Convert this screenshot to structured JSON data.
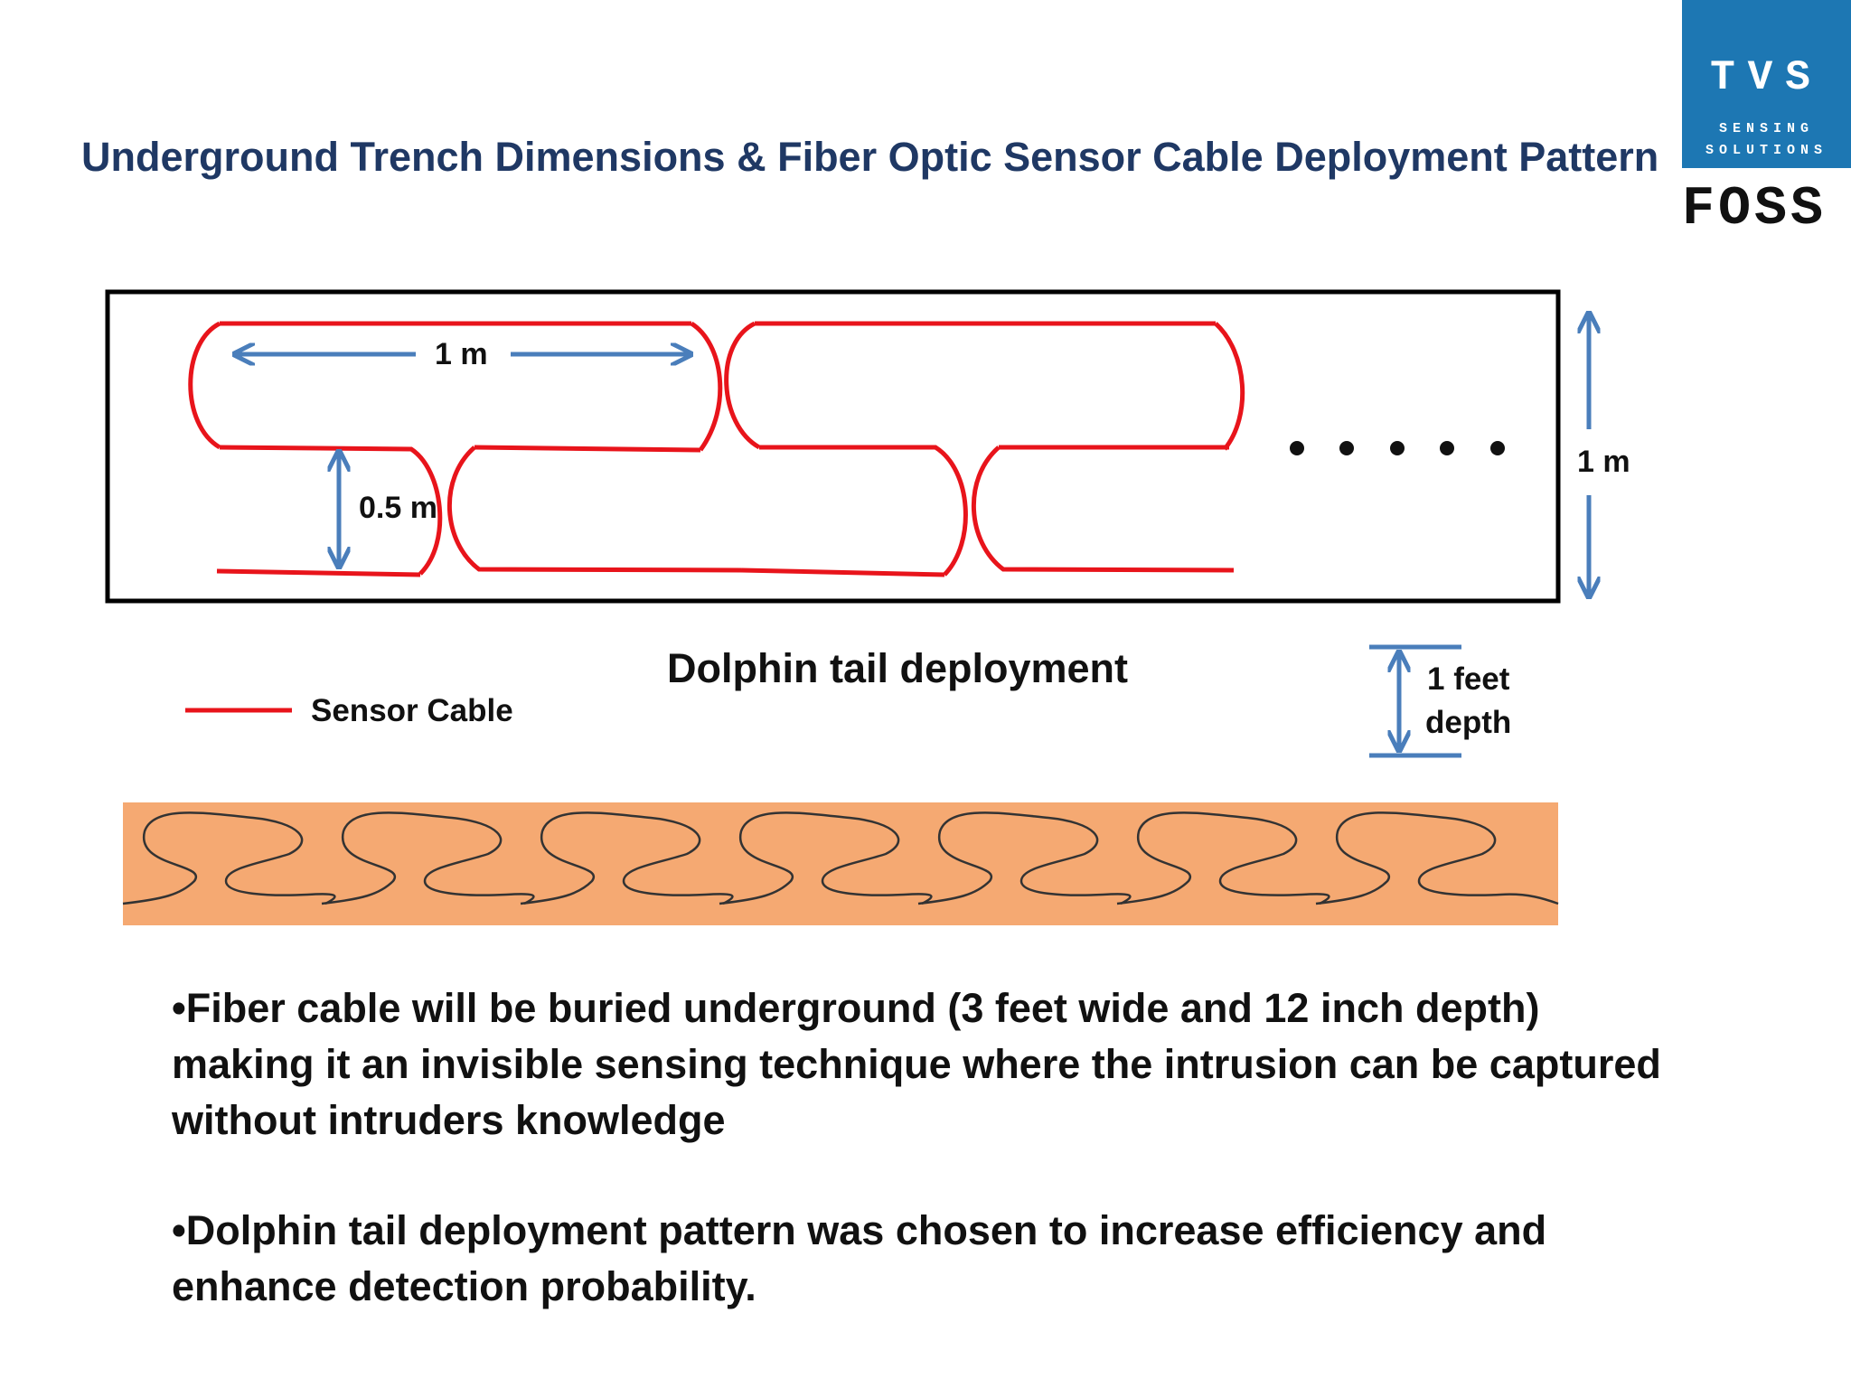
{
  "slide": {
    "title": "Underground Trench Dimensions & Fiber Optic Sensor Cable Deployment Pattern"
  },
  "logo": {
    "brand": "TVS",
    "line1": "SENSING",
    "line2": "SOLUTIONS",
    "partner": "FOSS"
  },
  "diagram": {
    "length_label": "1 m",
    "half_width_label": "0.5 m",
    "width_label": "1 m",
    "continuation": "• • • • •",
    "caption": "Dolphin tail deployment",
    "depth_label_line1": "1 feet",
    "depth_label_line2": "depth"
  },
  "legend": {
    "sensor_cable": "Sensor Cable",
    "sensor_cable_color": "#e8141b"
  },
  "colors": {
    "title": "#1f3864",
    "arrow": "#4a7ebb",
    "strip": "#f5a972",
    "logo_bg": "#1d77b3"
  },
  "bullets": [
    "•Fiber cable will be buried underground  (3 feet wide and 12 inch depth) making it an invisible sensing technique where the intrusion can be captured without intruders knowledge",
    "•Dolphin tail deployment pattern was chosen to increase efficiency and enhance detection probability."
  ]
}
